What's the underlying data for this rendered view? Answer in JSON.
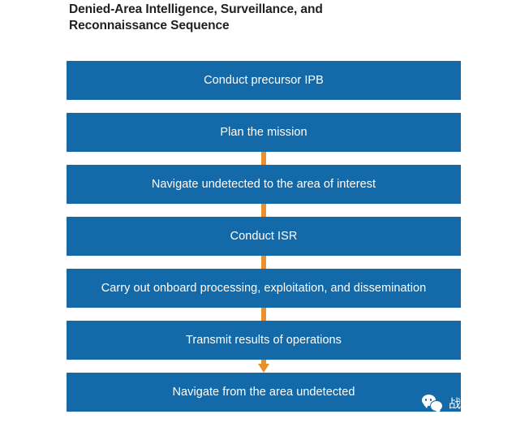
{
  "title": "Denied-Area Intelligence, Surveillance, and Reconnaissance Sequence",
  "colors": {
    "box_blue": "#1469a8",
    "connector_orange": "#e8902a",
    "box_text": "#ffffff",
    "title_text": "#231f20",
    "background": "#ffffff"
  },
  "flow": {
    "steps": [
      {
        "label": "Conduct precursor IPB",
        "connector_below": "none"
      },
      {
        "label": "Plan the mission",
        "connector_below": "line"
      },
      {
        "label": "Navigate undetected to the area of interest",
        "connector_below": "line"
      },
      {
        "label": "Conduct ISR",
        "connector_below": "line"
      },
      {
        "label": "Carry out onboard processing, exploitation, and dissemination",
        "connector_below": "line"
      },
      {
        "label": "Transmit results of operations",
        "connector_below": "arrow"
      },
      {
        "label": "Navigate from the area undetected",
        "connector_below": "none"
      }
    ]
  },
  "watermark": {
    "icon": "wechat-icon",
    "text": "战略前沿技术"
  }
}
